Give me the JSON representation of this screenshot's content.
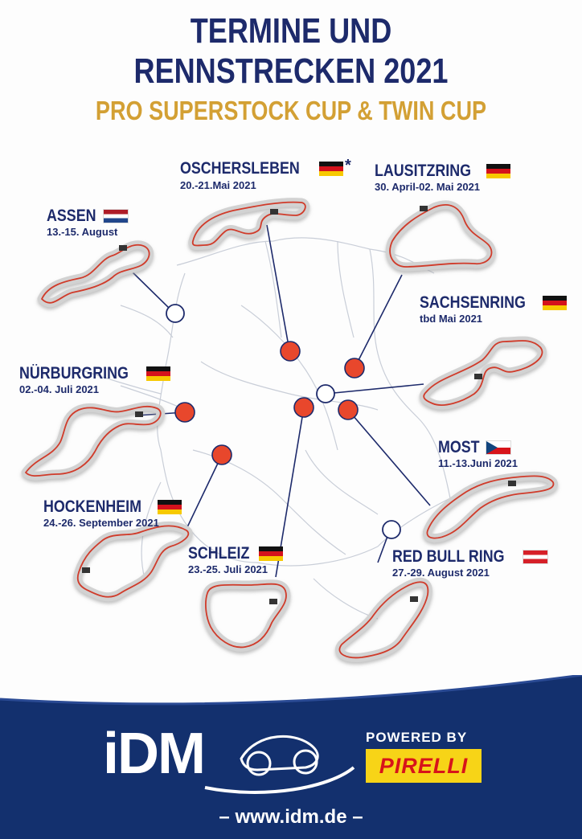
{
  "header": {
    "line1": "TERMINE UND",
    "line2": "RENNSTRECKEN 2021",
    "subtitle": "PRO SUPERSTOCK CUP & TWIN CUP"
  },
  "colors": {
    "navy": "#1d2a6b",
    "gold": "#d3a034",
    "marker_red": "#e8472c",
    "footer_blue": "#13306e"
  },
  "races": [
    {
      "name": "ASSEN",
      "date": "13.-15. August",
      "flag": "netherlands-flag",
      "marker": "open"
    },
    {
      "name": "OSCHERSLEBEN",
      "date": "20.-21.Mai 2021",
      "flag": "germany-flag",
      "note": "*",
      "marker": "filled"
    },
    {
      "name": "LAUSITZRING",
      "date": "30. April-02. Mai 2021",
      "flag": "germany-flag",
      "marker": "filled"
    },
    {
      "name": "SACHSENRING",
      "date": "tbd Mai 2021",
      "flag": "germany-flag",
      "marker": "open"
    },
    {
      "name": "NÜRBURGRING",
      "date": "02.-04. Juli 2021",
      "flag": "germany-flag",
      "marker": "filled"
    },
    {
      "name": "MOST",
      "date": "11.-13.Juni 2021",
      "flag": "czech-flag",
      "marker": "filled"
    },
    {
      "name": "HOCKENHEIM",
      "date": "24.-26. September 2021",
      "flag": "germany-flag",
      "marker": "filled"
    },
    {
      "name": "SCHLEIZ",
      "date": "23.-25. Juli 2021",
      "flag": "germany-flag",
      "marker": "filled"
    },
    {
      "name": "RED BULL RING",
      "date": "27.-29. August 2021",
      "flag": "austria-flag",
      "marker": "open"
    }
  ],
  "footer": {
    "logo": "iDM",
    "powered_by": "POWERED BY",
    "sponsor": "PIRELLI",
    "website": "– www.idm.de –"
  }
}
